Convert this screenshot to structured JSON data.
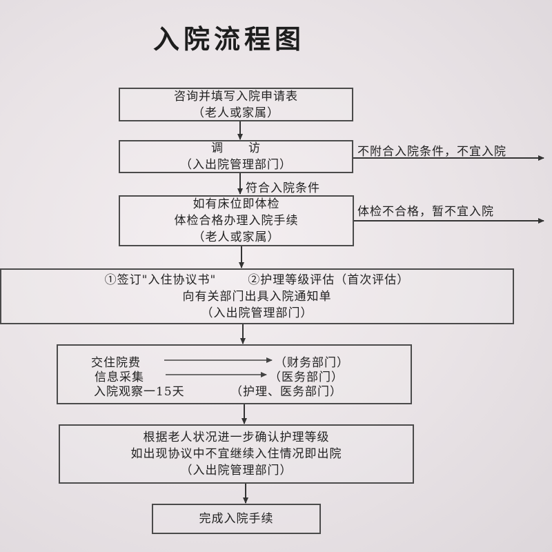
{
  "title": "入院流程图",
  "steps": {
    "s1": {
      "line1": "咨询并填写入院申请表",
      "line2": "（老人或家属）"
    },
    "s2": {
      "line1": "调　　访",
      "line2": "（入出院管理部门）"
    },
    "s3": {
      "line1": "如有床位即体检",
      "line2": "体检合格办理入院手续",
      "line3": "（老人或家属）"
    },
    "s4": {
      "item1": "①签订\"入住协议书\"",
      "item2": "②护理等级评估（首次评估）",
      "line2": "向有关部门出具入院通知单",
      "line3": "（入出院管理部门）"
    },
    "s5": {
      "rows": [
        {
          "left": "交住院费",
          "right": "（财务部门）"
        },
        {
          "left": "信息采集",
          "right": "（医务部门）"
        },
        {
          "left": "入院观察一15天",
          "right": "（护理、医务部门）"
        }
      ]
    },
    "s6": {
      "line1": "根据老人状况进一步确认护理等级",
      "line2": "如出现协议中不宜继续入住情况即出院",
      "line3": "（入出院管理部门）"
    },
    "s7": {
      "line1": "完成入院手续"
    }
  },
  "branches": {
    "b1": "不附合入院条件，不宜入院",
    "b2": "体检不合格，暂不宜入院"
  },
  "labels": {
    "condition_met": "符合入院条件"
  }
}
